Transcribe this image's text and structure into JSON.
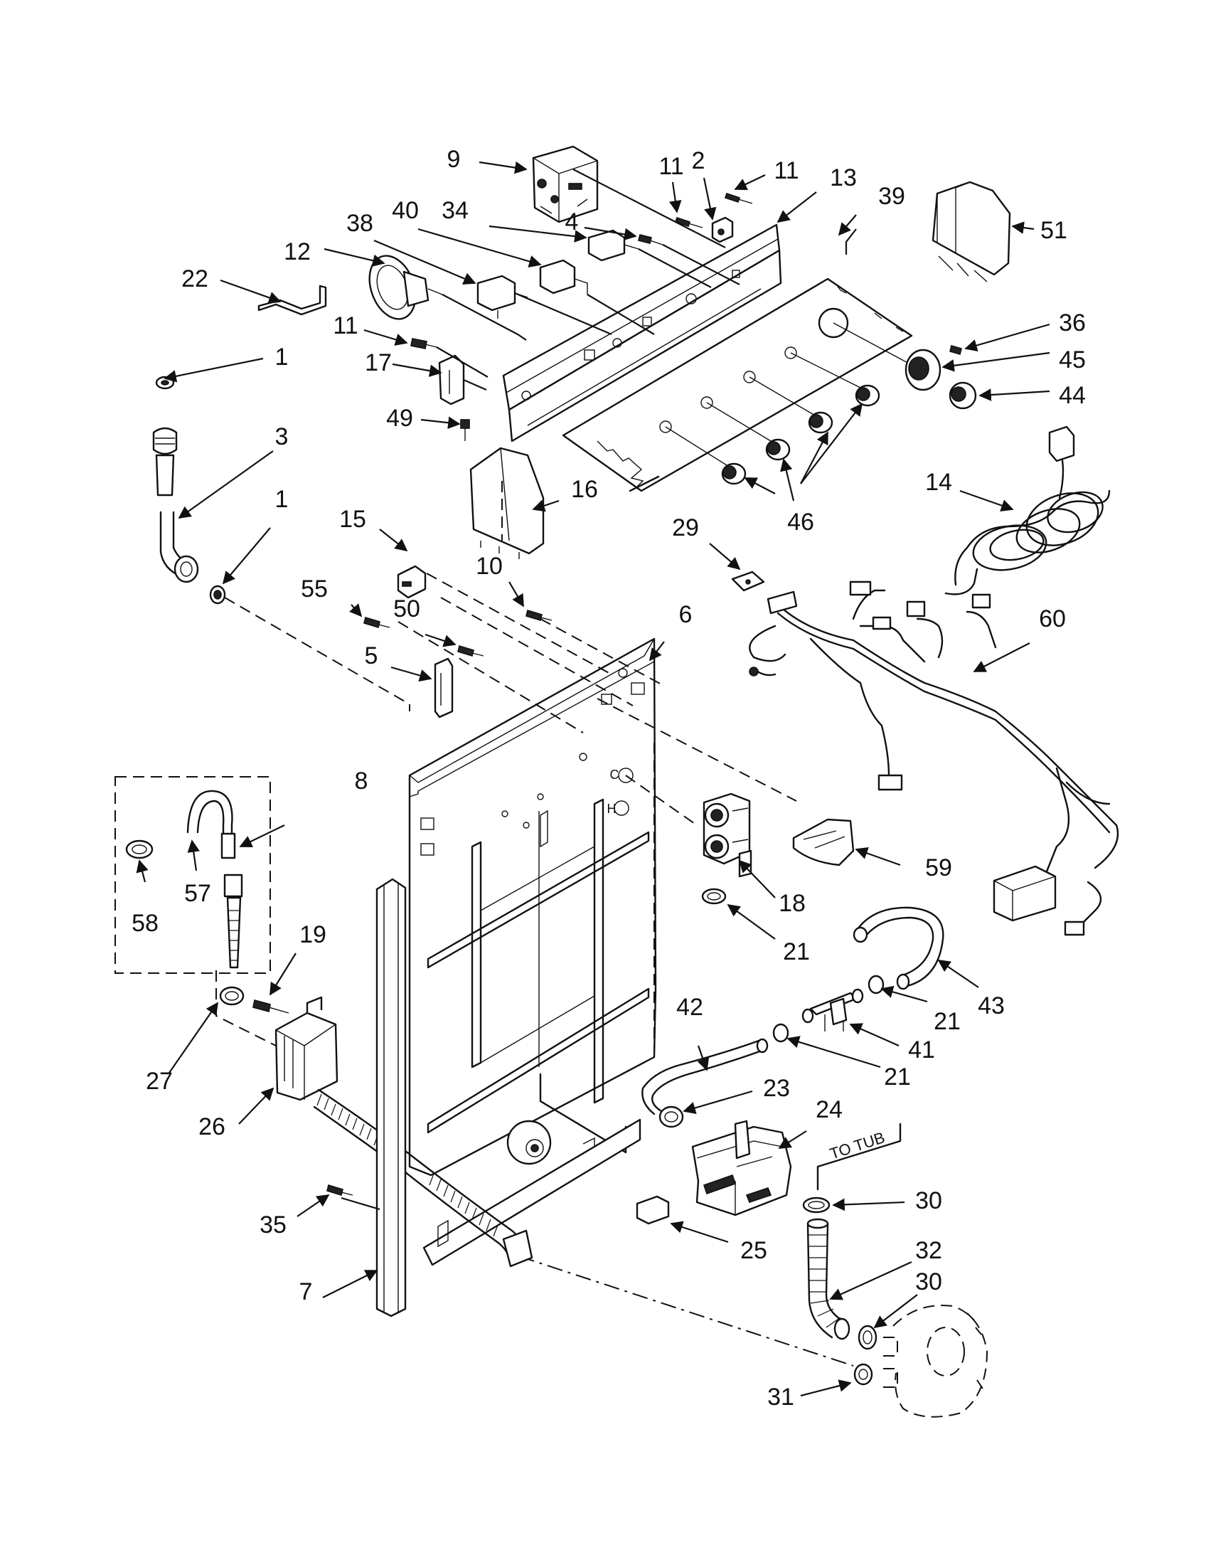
{
  "labels": {
    "1": "1",
    "2": "2",
    "3": "3",
    "4": "4",
    "5": "5",
    "6": "6",
    "7": "7",
    "8": "8",
    "9": "9",
    "10": "10",
    "11": "11",
    "12": "12",
    "13": "13",
    "14": "14",
    "15": "15",
    "16": "16",
    "17": "17",
    "18": "18",
    "19": "19",
    "21": "21",
    "22": "22",
    "23": "23",
    "24": "24",
    "25": "25",
    "26": "26",
    "27": "27",
    "29": "29",
    "30": "30",
    "31": "31",
    "32": "32",
    "34": "34",
    "35": "35",
    "36": "36",
    "38": "38",
    "39": "39",
    "40": "40",
    "41": "41",
    "42": "42",
    "43": "43",
    "44": "44",
    "45": "45",
    "46": "46",
    "49": "49",
    "50": "50",
    "51": "51",
    "55": "55",
    "57": "57",
    "58": "58",
    "59": "59",
    "60": "60"
  },
  "to_tub_text": "TO TUB",
  "valve_letters": {
    "c": "C",
    "h": "H"
  }
}
